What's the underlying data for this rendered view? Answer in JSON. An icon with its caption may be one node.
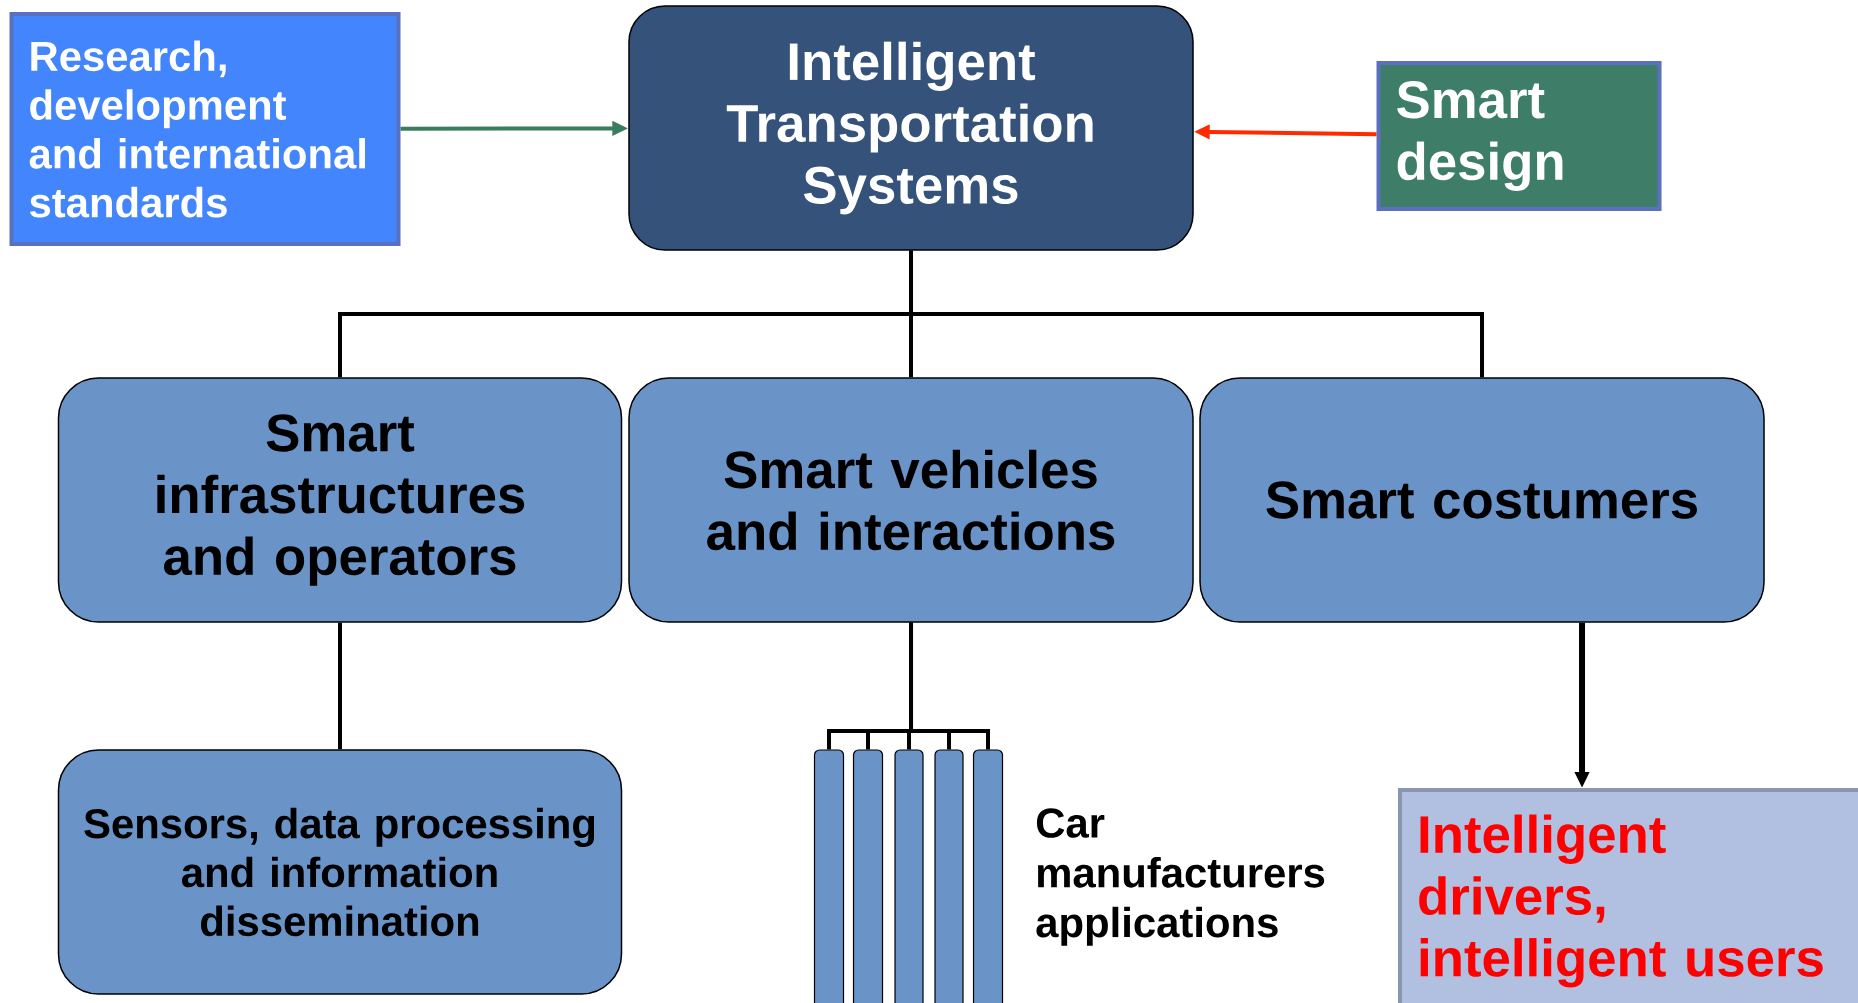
{
  "diagram": {
    "nodes": [
      {
        "text": [
          "Research, development and international standards"
        ]
      },
      {
        "text": [
          "Intelligent Transportation Systems"
        ]
      },
      {
        "text": [
          "Smart design"
        ]
      },
      {
        "text": [
          "Smart infrastructures and operators"
        ]
      },
      {
        "text": [
          "Smart vehicles and interactions"
        ]
      },
      {
        "text": [
          "Smart costumers"
        ]
      },
      {
        "text": [
          "Sensors, data processing and information dissemination"
        ]
      },
      {
        "text": [],
        "shape": "bar"
      },
      {
        "text": [],
        "shape": "bar"
      },
      {
        "text": [],
        "shape": "bar"
      },
      {
        "text": [],
        "shape": "bar"
      },
      {
        "text": [],
        "shape": "bar"
      },
      {
        "text": [
          "Intelligent drivers, intelligent users"
        ]
      }
    ],
    "edges": [
      {
        "from": 0,
        "to": 1,
        "arrow": "to",
        "color": "#3a7d5e"
      },
      {
        "from": 2,
        "to": 1,
        "arrow": "to",
        "color": "#ff2a00"
      },
      {
        "from": 1,
        "to": 3,
        "arrow": "none"
      },
      {
        "from": 1,
        "to": 4,
        "arrow": "none"
      },
      {
        "from": 1,
        "to": 5,
        "arrow": "none"
      },
      {
        "from": 3,
        "to": 6,
        "arrow": "none"
      },
      {
        "from": 4,
        "to": 7,
        "arrow": "none"
      },
      {
        "from": 4,
        "to": 8,
        "arrow": "none"
      },
      {
        "from": 4,
        "to": 9,
        "arrow": "none"
      },
      {
        "from": 4,
        "to": 10,
        "arrow": "none"
      },
      {
        "from": 4,
        "to": 11,
        "arrow": "none"
      },
      {
        "from": 5,
        "to": 12,
        "arrow": "to"
      }
    ],
    "labels": [
      "Car manufacturers applications"
    ]
  }
}
